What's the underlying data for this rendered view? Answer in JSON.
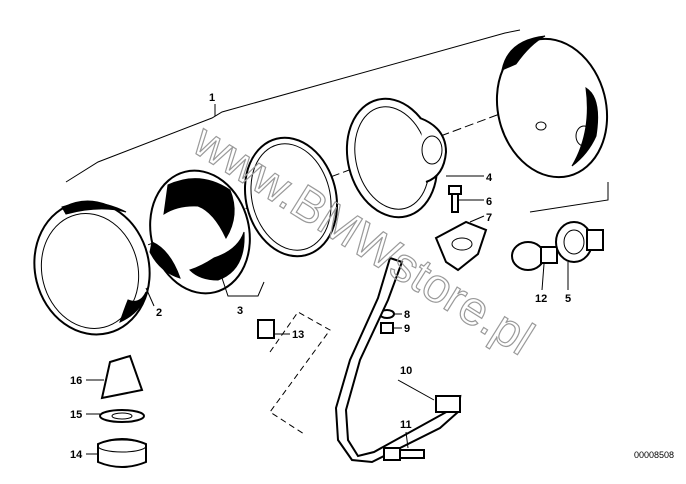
{
  "diagram": {
    "watermark": "www.BMWstore.pl",
    "drawing_code": "00008508",
    "callouts": [
      "1",
      "2",
      "3",
      "4",
      "5",
      "6",
      "7",
      "8",
      "9",
      "10",
      "11",
      "12",
      "13",
      "14",
      "15",
      "16"
    ]
  }
}
